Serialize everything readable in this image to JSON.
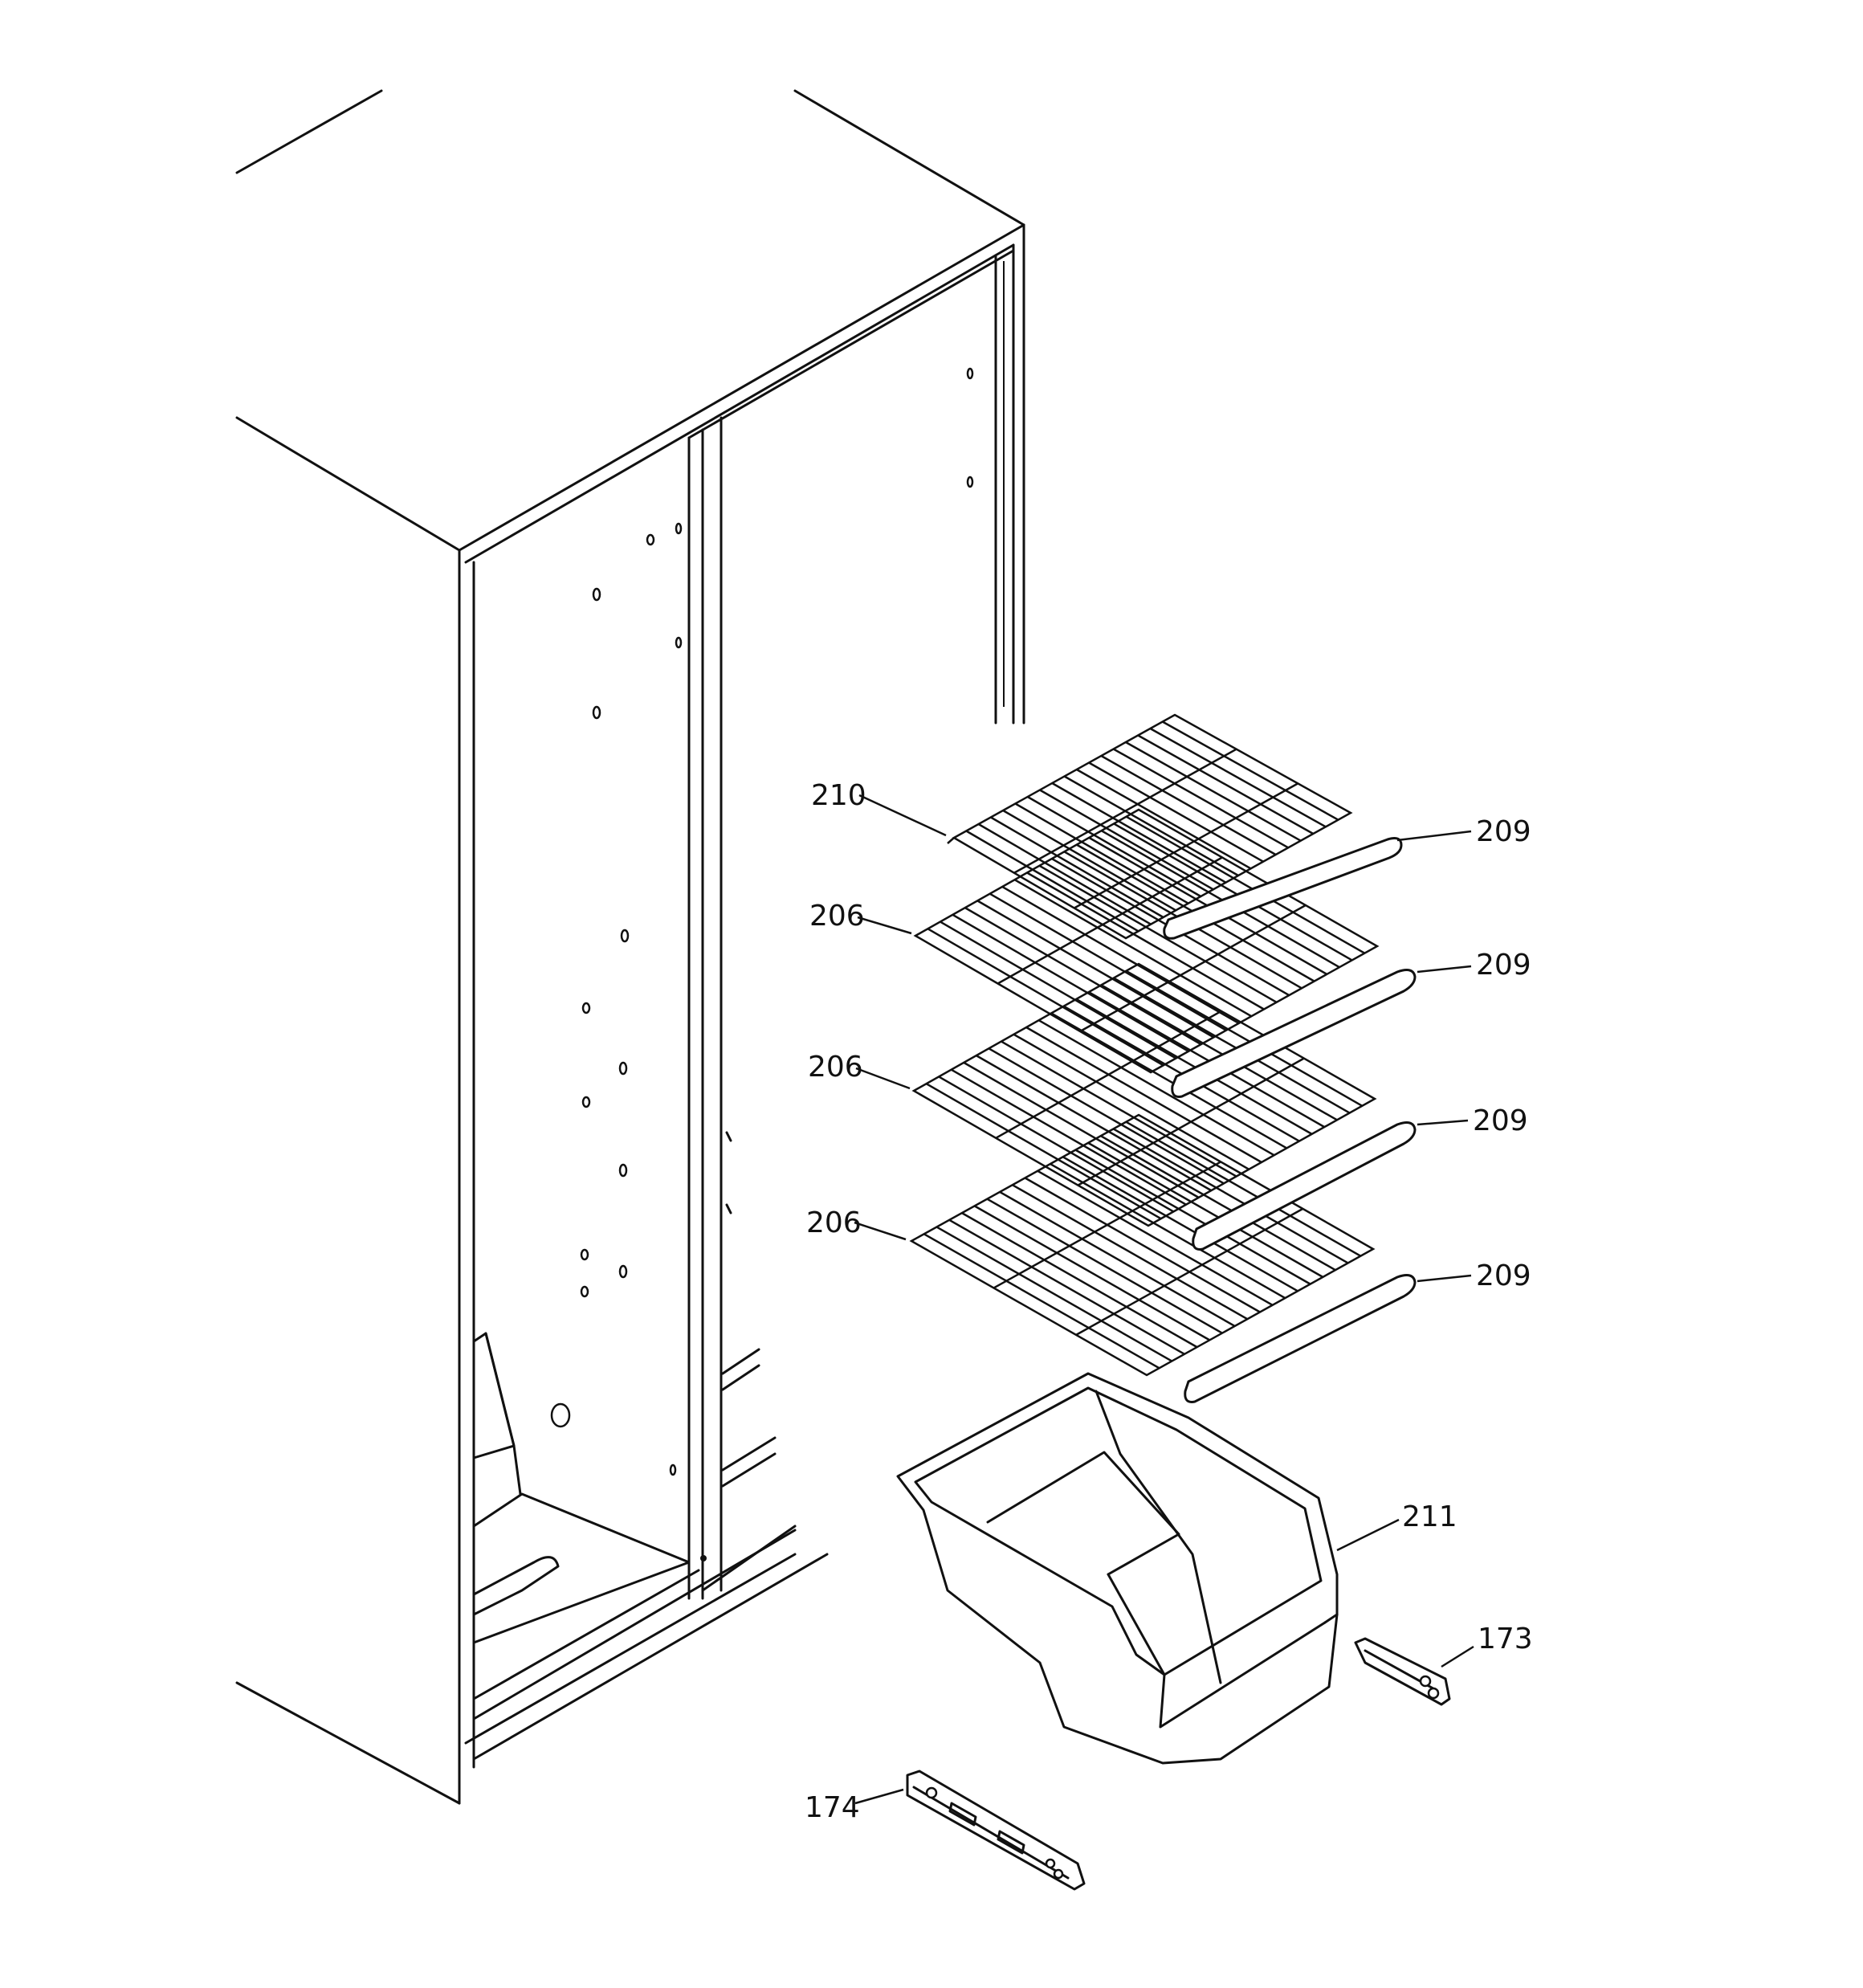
{
  "callouts": [
    {
      "id": "c210",
      "text": "210"
    },
    {
      "id": "c206a",
      "text": "206"
    },
    {
      "id": "c206b",
      "text": "206"
    },
    {
      "id": "c206c",
      "text": "206"
    },
    {
      "id": "c209a",
      "text": "209"
    },
    {
      "id": "c209b",
      "text": "209"
    },
    {
      "id": "c209c",
      "text": "209"
    },
    {
      "id": "c209d",
      "text": "209"
    },
    {
      "id": "c211",
      "text": "211"
    },
    {
      "id": "c173",
      "text": "173"
    },
    {
      "id": "c174",
      "text": "174"
    }
  ],
  "parts": {
    "cabinet": "refrigerator-cabinet",
    "shelves": [
      "210",
      "206",
      "206",
      "206"
    ],
    "shelf_trims": [
      "209",
      "209",
      "209",
      "209"
    ],
    "pan": "211",
    "slides": [
      "173",
      "174"
    ]
  }
}
